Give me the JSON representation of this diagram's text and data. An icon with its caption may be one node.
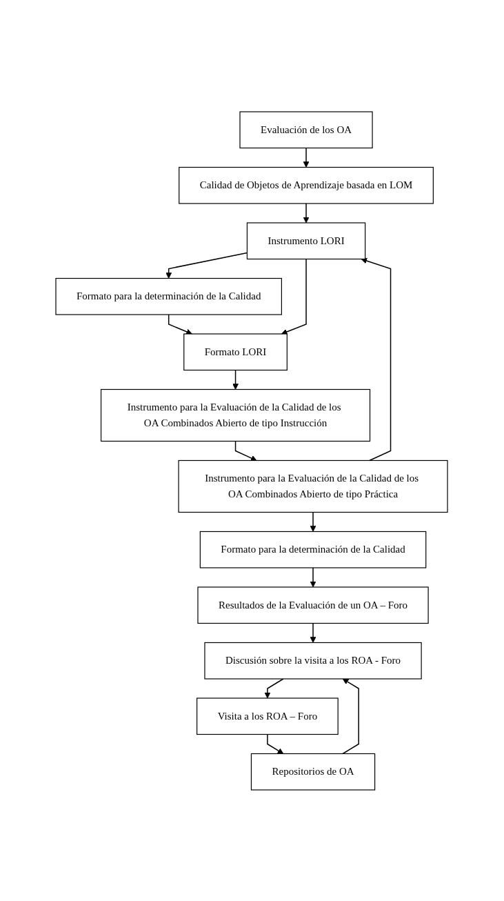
{
  "diagram": {
    "nodes": [
      {
        "text": [
          "Evaluación de los OA"
        ]
      },
      {
        "text": [
          "Calidad de Objetos de Aprendizaje basada en LOM"
        ]
      },
      {
        "text": [
          "Instrumento LORI"
        ]
      },
      {
        "text": [
          "Formato para la determinación de la Calidad"
        ]
      },
      {
        "text": [
          "Formato LORI"
        ]
      },
      {
        "text": [
          "Instrumento para la Evaluación de la Calidad de los OA Combinados Abierto de tipo Instrucción"
        ]
      },
      {
        "text": [
          "Instrumento para la Evaluación de la Calidad de los OA Combinados Abierto de tipo Práctica"
        ]
      },
      {
        "text": [
          "Formato para la determinación de la Calidad"
        ]
      },
      {
        "text": [
          "Resultados de la Evaluación de un OA – Foro"
        ]
      },
      {
        "text": [
          "Discusión sobre la visita a los ROA - Foro"
        ]
      },
      {
        "text": [
          "Visita a los ROA – Foro"
        ]
      },
      {
        "text": [
          "Repositorios de OA"
        ]
      }
    ],
    "edges": [
      {
        "from": 0,
        "to": 1,
        "arrow": "to"
      },
      {
        "from": 1,
        "to": 2,
        "arrow": "to"
      },
      {
        "from": 2,
        "to": 3,
        "arrow": "to"
      },
      {
        "from": 3,
        "to": 4,
        "arrow": "to"
      },
      {
        "from": 2,
        "to": 4,
        "arrow": "to"
      },
      {
        "from": 4,
        "to": 5,
        "arrow": "to"
      },
      {
        "from": 5,
        "to": 6,
        "arrow": "to"
      },
      {
        "from": 6,
        "to": 2,
        "arrow": "to"
      },
      {
        "from": 6,
        "to": 7,
        "arrow": "to"
      },
      {
        "from": 7,
        "to": 8,
        "arrow": "to"
      },
      {
        "from": 8,
        "to": 9,
        "arrow": "to"
      },
      {
        "from": 9,
        "to": 10,
        "arrow": "to"
      },
      {
        "from": 10,
        "to": 11,
        "arrow": "to"
      },
      {
        "from": 11,
        "to": 9,
        "arrow": "to"
      }
    ]
  }
}
